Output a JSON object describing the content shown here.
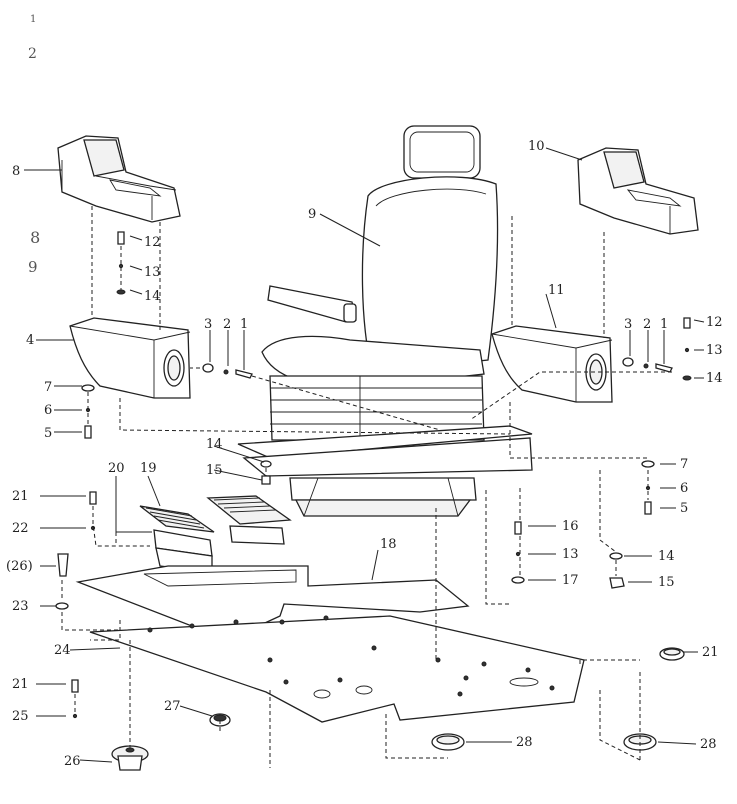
{
  "corner_marks": {
    "top1": "1",
    "top2": "2",
    "side1": "8",
    "side2": "9"
  },
  "callouts": {
    "c8": "8",
    "c9": "9",
    "c10": "10",
    "c12a": "12",
    "c13a": "13",
    "c14a": "14",
    "c3a": "3",
    "c2a": "2",
    "c1a": "1",
    "c4": "4",
    "c7a": "7",
    "c6a": "6",
    "c5a": "5",
    "c11": "11",
    "c3b": "3",
    "c2b": "2",
    "c1b": "1",
    "c12b": "12",
    "c13b": "13",
    "c14b": "14",
    "c14c": "14",
    "c15a": "15",
    "c20": "20",
    "c19": "19",
    "c21a": "21",
    "c22": "22",
    "c26a": "(26)",
    "c23": "23",
    "c18": "18",
    "c7b": "7",
    "c6b": "6",
    "c5b": "5",
    "c16": "16",
    "c13c": "13",
    "c17": "17",
    "c14d": "14",
    "c15b": "15",
    "c24": "24",
    "c21b": "21",
    "c21c": "21",
    "c25": "25",
    "c27": "27",
    "c26b": "26",
    "c28a": "28",
    "c28b": "28"
  }
}
